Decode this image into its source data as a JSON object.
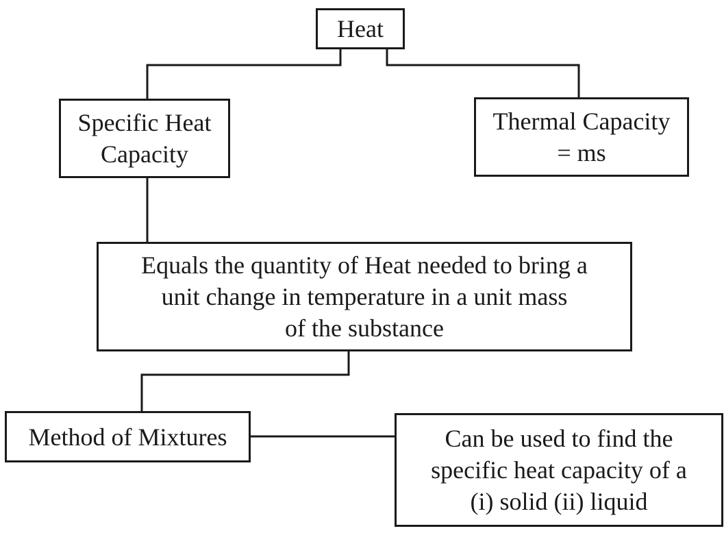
{
  "diagram": {
    "heat": {
      "lines": [
        "Heat"
      ]
    },
    "specific_heat_capacity": {
      "lines": [
        "Specific Heat",
        "Capacity"
      ]
    },
    "thermal_capacity": {
      "lines": [
        "Thermal Capacity",
        "= ms"
      ]
    },
    "definition": {
      "lines": [
        "Equals the quantity of Heat needed to bring a",
        "unit change in temperature in a unit mass",
        "of the substance"
      ]
    },
    "method_of_mixtures": {
      "lines": [
        "Method of Mixtures"
      ]
    },
    "usage": {
      "lines": [
        "Can be used to find the",
        "specific heat capacity of a",
        "(i) solid  (ii) liquid"
      ]
    },
    "colors": {
      "stroke": "#1a1a1a",
      "background": "#ffffff"
    }
  }
}
